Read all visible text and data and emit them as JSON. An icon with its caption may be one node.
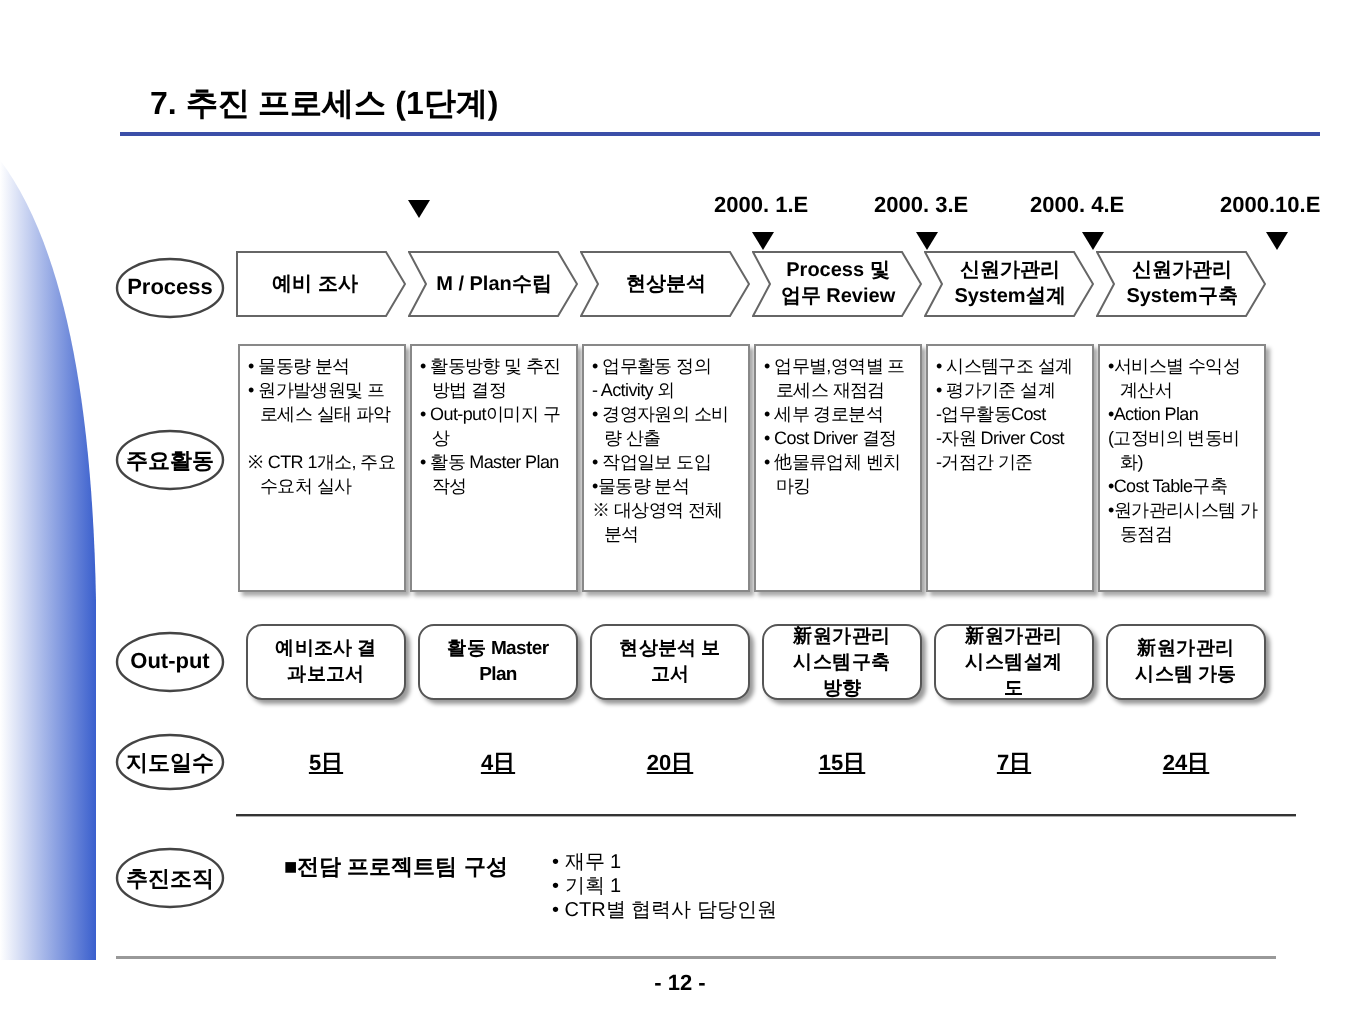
{
  "diagram": {
    "title": "7. 추진 프로세스 (1단계)",
    "nodes": [
      {
        "text": [
          "Process"
        ]
      },
      {
        "text": [
          "주요활동"
        ]
      },
      {
        "text": [
          "Out-put"
        ]
      },
      {
        "text": [
          "지도일수"
        ]
      },
      {
        "text": [
          "추진조직"
        ]
      },
      {
        "text": [
          "예비 조사"
        ]
      },
      {
        "text": [
          "M / Plan수립"
        ]
      },
      {
        "text": [
          "현상분석"
        ]
      },
      {
        "text": [
          "Process 및 업무 Review"
        ]
      },
      {
        "text": [
          "신원가관리 System설계"
        ]
      },
      {
        "text": [
          "신원가관리 System구축"
        ]
      },
      {
        "text": [
          "• 물동량 분석",
          "• 원가발생원및 프로세스 실태 파악",
          "※ CTR 1개소, 주요 수요처 실사"
        ]
      },
      {
        "text": [
          "• 활동방향 및 추진방법 결정",
          "• Out-put이미지 구상",
          "• 활동 Master Plan작성"
        ]
      },
      {
        "text": [
          "• 업무활동 정의",
          "- Activity 외",
          "• 경영자원의 소비량 산출",
          "• 작업일보 도입",
          "•물동량 분석",
          "※ 대상영역 전체 분석"
        ]
      },
      {
        "text": [
          "• 업무별,영역별 프로세스 재점검",
          "• 세부 경로분석",
          "• Cost Driver 결정",
          "• 他물류업체 벤치마킹"
        ]
      },
      {
        "text": [
          "• 시스템구조 설계",
          "• 평가기준 설계",
          "-업무활동Cost",
          "-자원 Driver Cost",
          "-거점간 기준"
        ]
      },
      {
        "text": [
          "•서비스별 수익성 계산서",
          "•Action Plan",
          "(고정비의 변동비화)",
          "•Cost Table구축",
          "•원가관리시스템 가동점검"
        ]
      },
      {
        "text": [
          "예비조사 결과보고서"
        ]
      },
      {
        "text": [
          "활동 Master Plan"
        ]
      },
      {
        "text": [
          "현상분석 보고서"
        ]
      },
      {
        "text": [
          "新원가관리 시스템구축방향"
        ]
      },
      {
        "text": [
          "新원가관리 시스템설계도"
        ]
      },
      {
        "text": [
          "新원가관리 시스템 가동"
        ]
      }
    ],
    "edges": [],
    "labels": [
      "2000. 1.E",
      "2000. 3.E",
      "2000. 4.E",
      "2000.10.E",
      "5日",
      "4日",
      "20日",
      "15日",
      "7日",
      "24日",
      "■전담 프로젝트팀 구성",
      "• 재무 1",
      "• 기획 1",
      "• CTR별 협력사 담당인원",
      "- 12 -"
    ]
  }
}
